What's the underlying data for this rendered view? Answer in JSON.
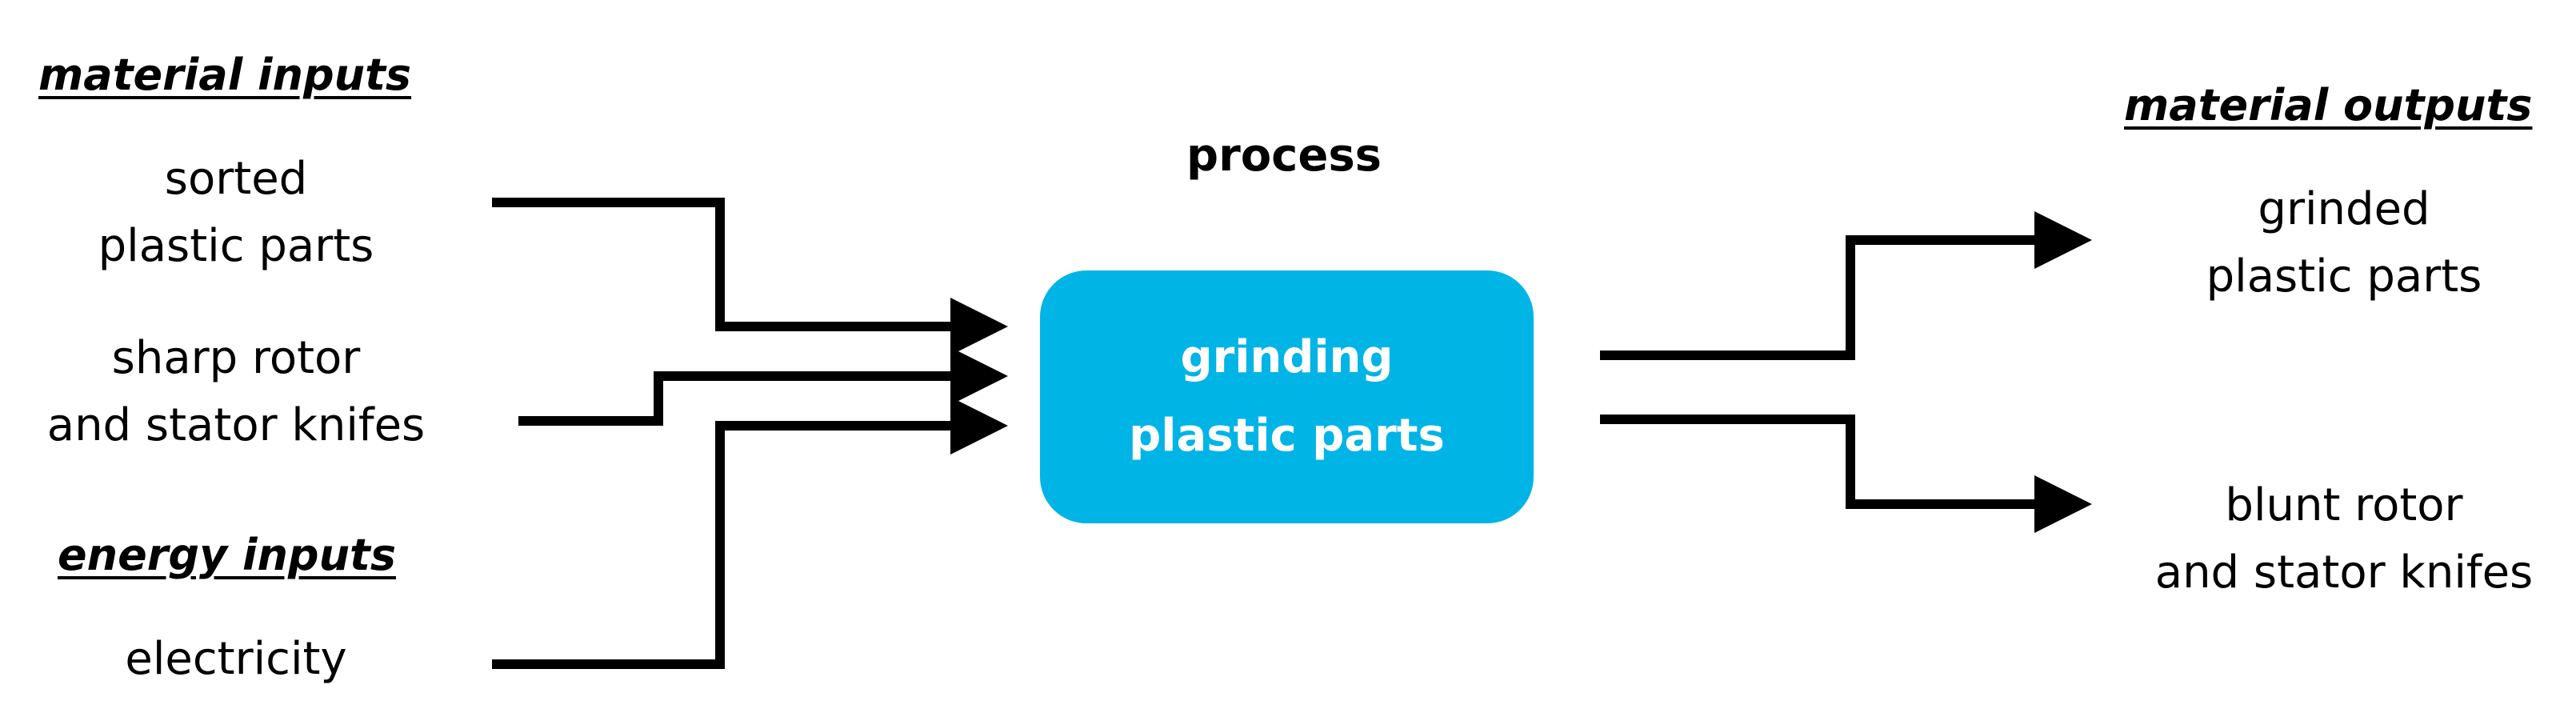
{
  "headings": {
    "material_inputs": "material inputs",
    "energy_inputs": "energy inputs",
    "process": "process",
    "material_outputs": "material outputs"
  },
  "inputs": {
    "sorted_plastic_parts": "sorted\nplastic parts",
    "sharp_knifes": "sharp rotor\nand stator knifes",
    "electricity": "electricity"
  },
  "process": {
    "label": "grinding\nplastic parts"
  },
  "outputs": {
    "grinded_plastic_parts": "grinded\nplastic parts",
    "blunt_knifes": "blunt rotor\nand stator knifes"
  },
  "colors": {
    "process_box": "#00b4e6",
    "arrow": "#000000"
  }
}
